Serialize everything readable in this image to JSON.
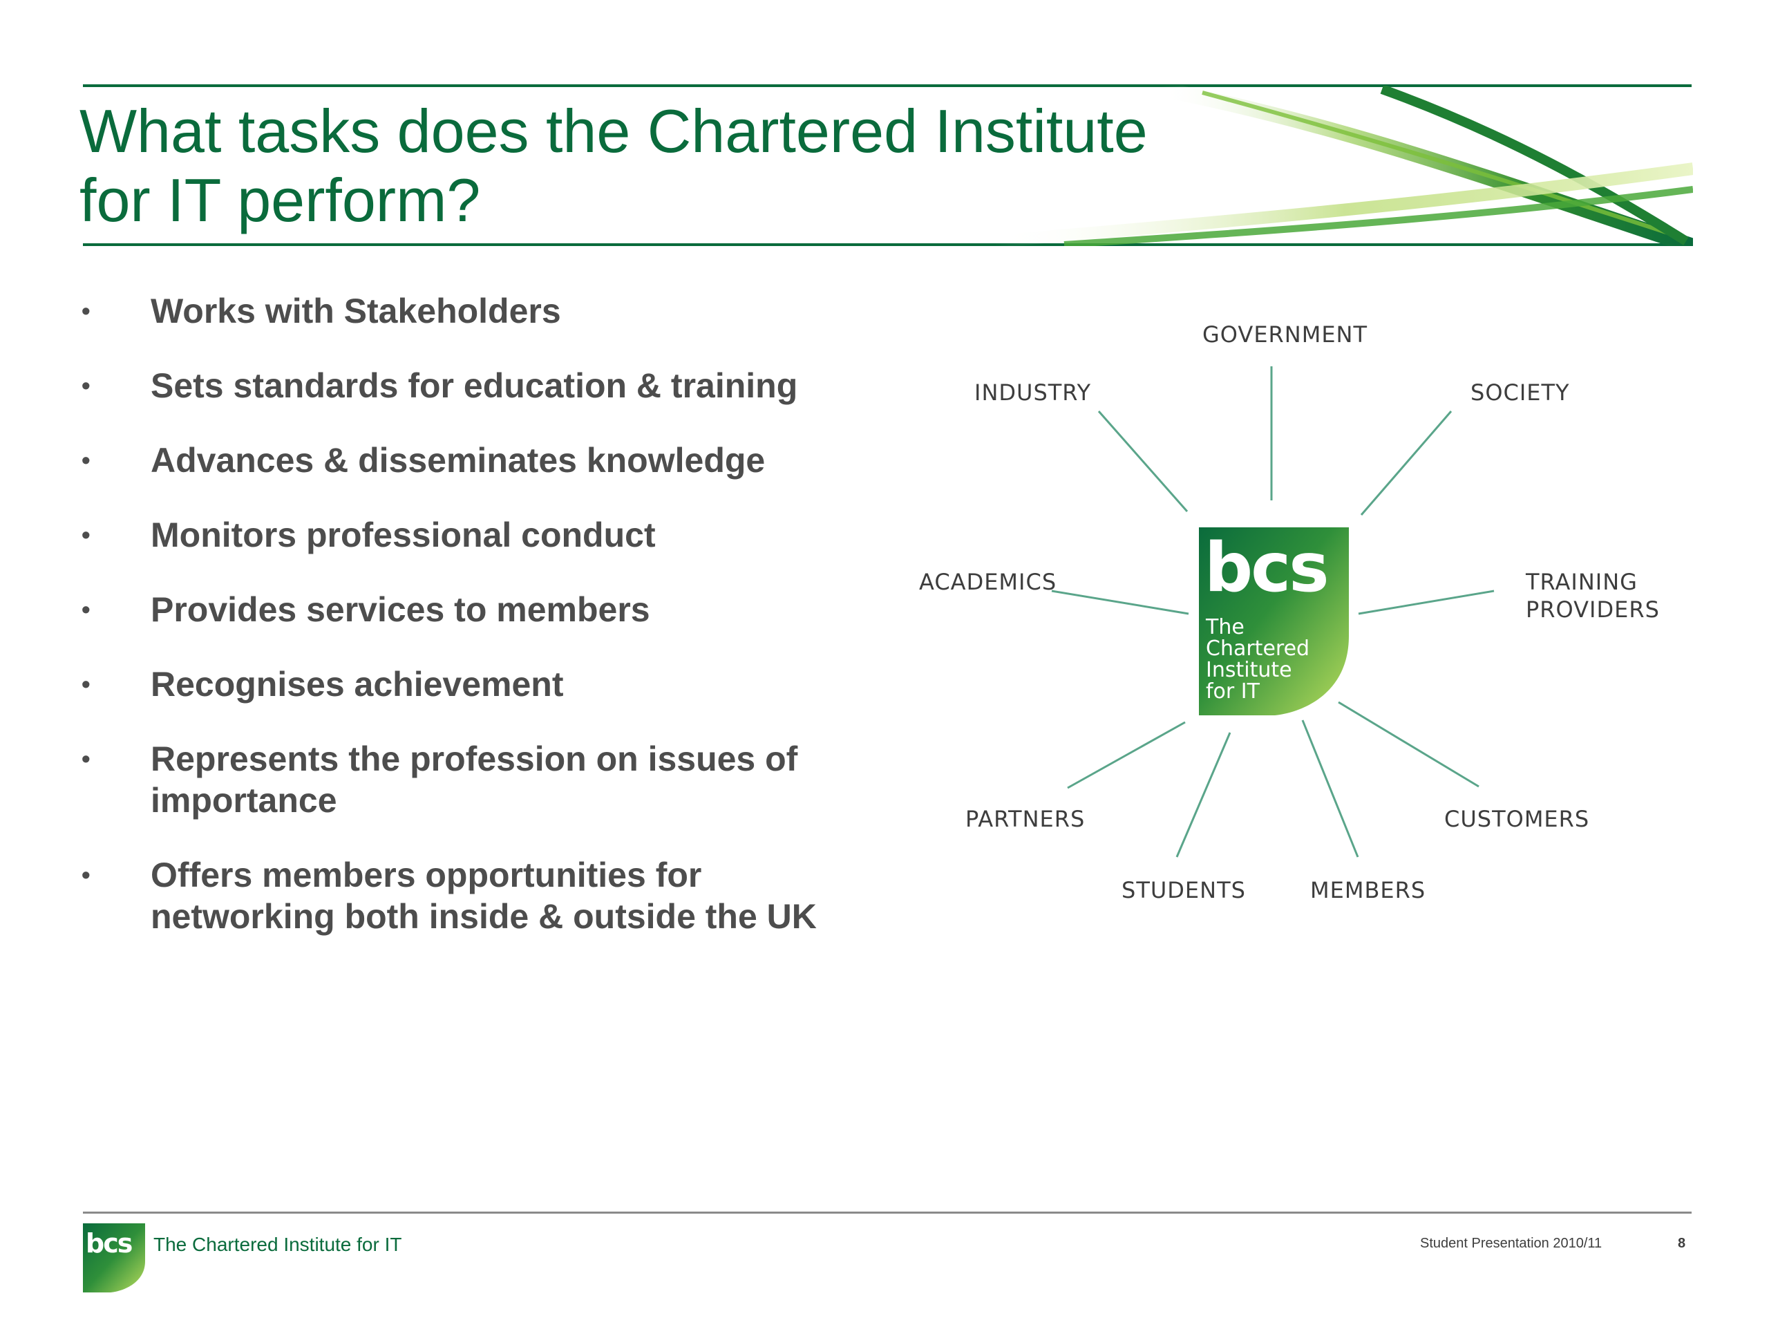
{
  "title": {
    "line1": "What tasks does the Chartered Institute",
    "line2": "for IT perform?"
  },
  "bullets": [
    {
      "line1": "Works with Stakeholders",
      "line2": ""
    },
    {
      "line1": "Sets standards for education & training",
      "line2": ""
    },
    {
      "line1": "Advances & disseminates knowledge",
      "line2": ""
    },
    {
      "line1": "Monitors professional conduct",
      "line2": ""
    },
    {
      "line1": "Provides services to members",
      "line2": ""
    },
    {
      "line1": "Recognises achievement",
      "line2": ""
    },
    {
      "line1": "Represents the profession on issues of",
      "line2": "importance"
    },
    {
      "line1": "Offers members opportunities for",
      "line2": "networking both inside & outside the UK"
    }
  ],
  "bullet_glyph": "•",
  "hub": {
    "logo_mark": "bcs",
    "logo_text": [
      "The",
      "Chartered",
      "Institute",
      "for IT"
    ],
    "stakeholders": {
      "government": "GOVERNMENT",
      "industry": "INDUSTRY",
      "society": "SOCIETY",
      "academics": "ACADEMICS",
      "training_line1": "TRAINING",
      "training_line2": "PROVIDERS",
      "partners": "PARTNERS",
      "customers": "CUSTOMERS",
      "students": "STUDENTS",
      "members": "MEMBERS"
    }
  },
  "footer": {
    "logo_mark": "bcs",
    "brand": "The Chartered Institute for IT",
    "presentation": "Student Presentation 2010/11",
    "page": "8"
  },
  "colors": {
    "brand_green": "#0a6b3c",
    "light_green": "#8cc63f",
    "text_gray": "#4d4d4d"
  }
}
